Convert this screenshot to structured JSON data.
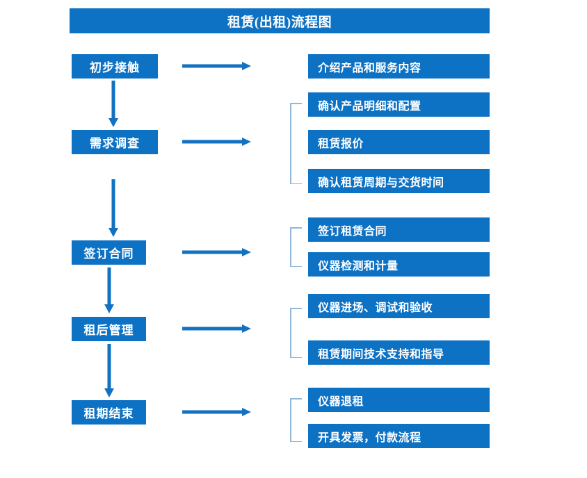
{
  "title": "租赁(出租)流程图",
  "colors": {
    "box_blue": "#0e72c4",
    "arrow_blue": "#1271c1",
    "bracket_blue": "#8fb8dc",
    "box_text": "#ffffff",
    "background": "#ffffff"
  },
  "flow": {
    "stages": [
      {
        "label": "初步接触"
      },
      {
        "label": "需求调查"
      },
      {
        "label": "签订合同"
      },
      {
        "label": "租后管理"
      },
      {
        "label": "租期结束"
      }
    ],
    "connector_arrows_vertical": 4,
    "connector_arrows_horizontal": 5,
    "groups": [
      {
        "stage": "初步接触",
        "bracketed": false,
        "details": [
          "介绍产品和服务内容"
        ]
      },
      {
        "stage": "需求调查",
        "bracketed": true,
        "details": [
          "确认产品明细和配置",
          "租赁报价",
          "确认租赁周期与交货时间"
        ]
      },
      {
        "stage": "签订合同",
        "bracketed": true,
        "details": [
          "签订租赁合同",
          "仪器检测和计量"
        ]
      },
      {
        "stage": "租后管理",
        "bracketed": true,
        "details": [
          "仪器进场、调试和验收",
          "租赁期间技术支持和指导"
        ]
      },
      {
        "stage": "租期结束",
        "bracketed": true,
        "details": [
          "仪器退租",
          "开具发票，付款流程"
        ]
      }
    ]
  }
}
